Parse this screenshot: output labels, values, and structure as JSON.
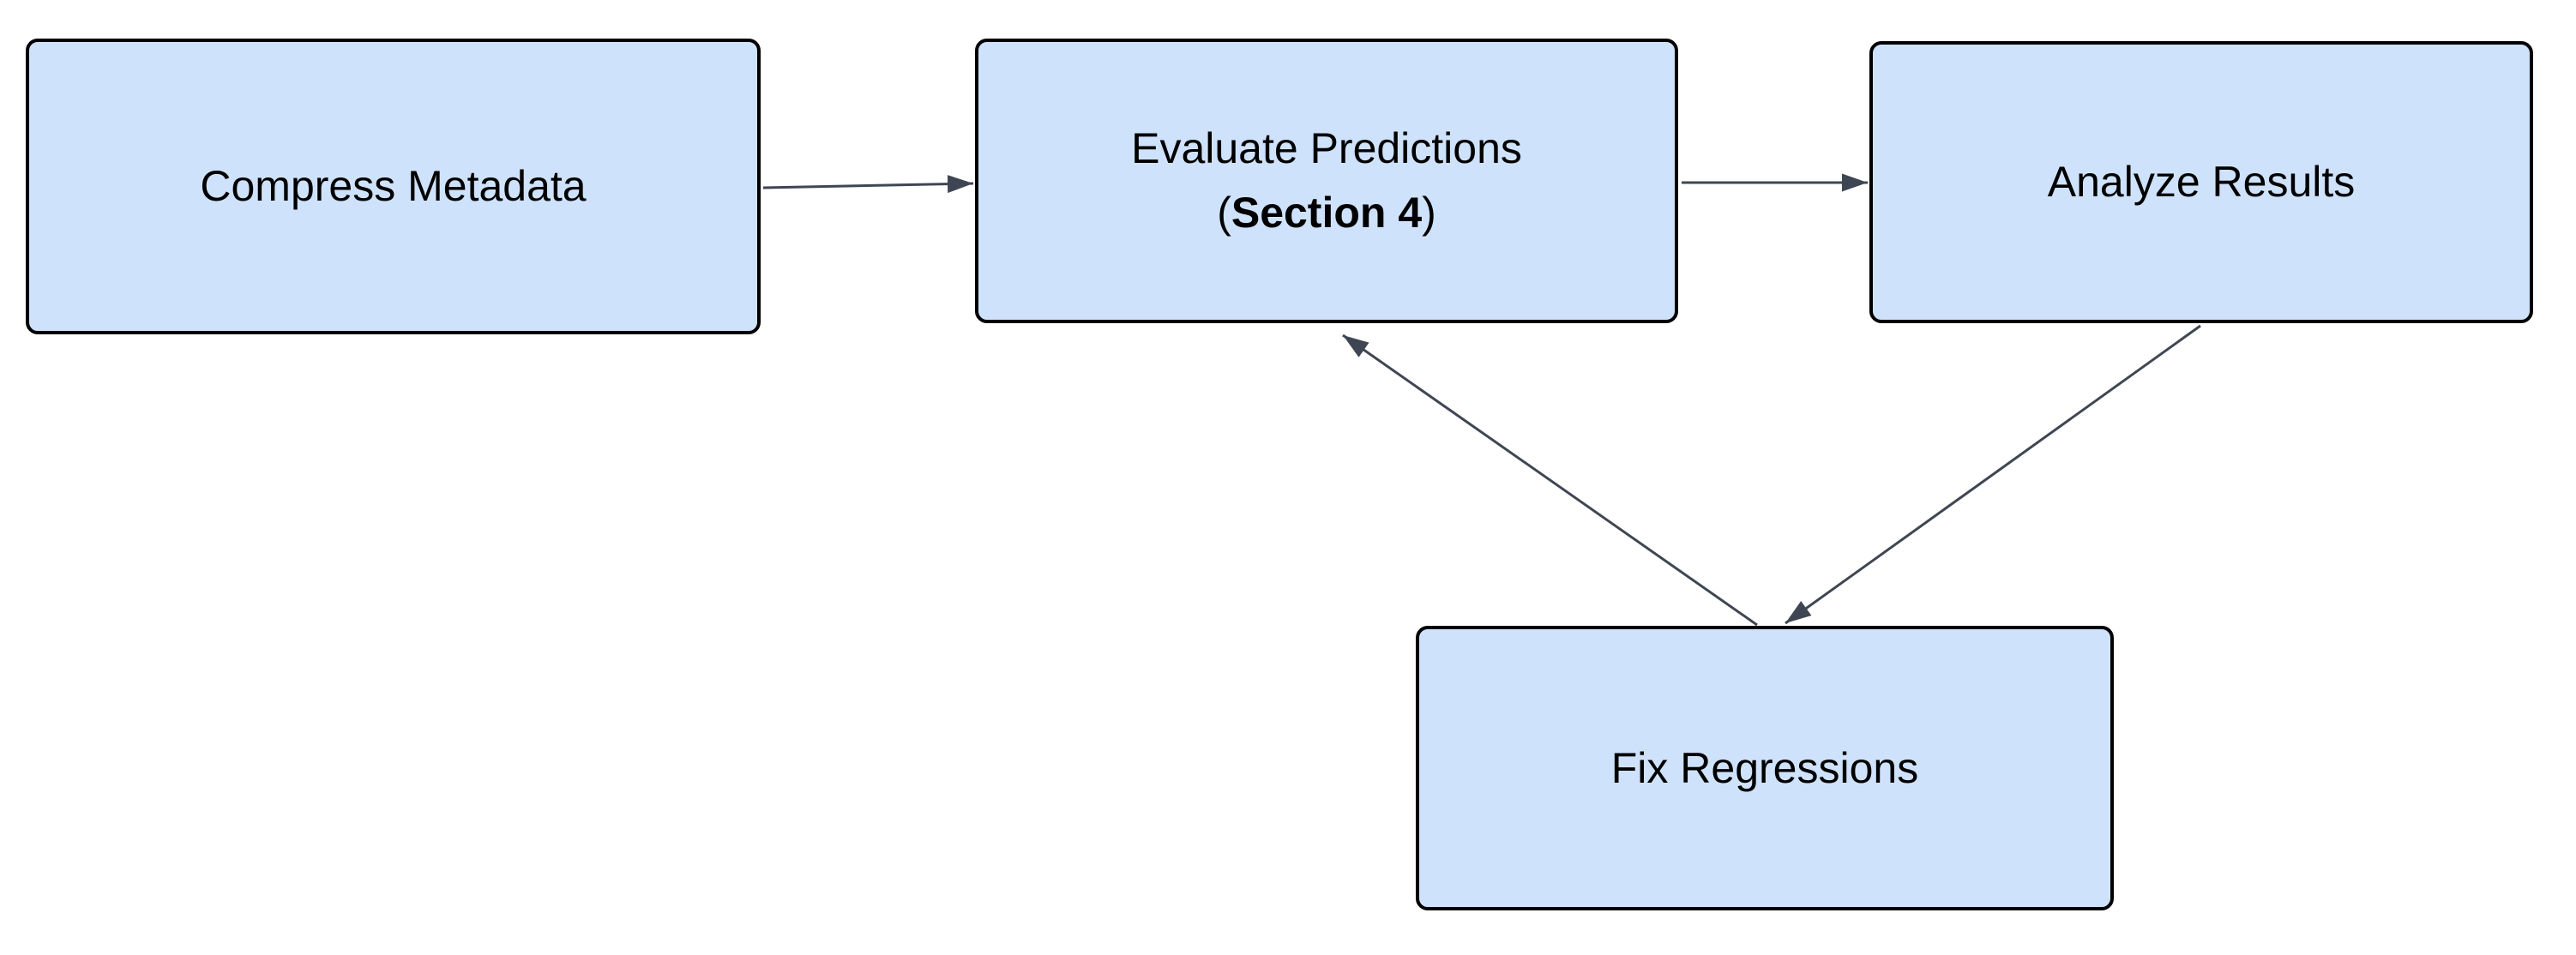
{
  "diagram": {
    "type": "flowchart",
    "background_color": "#ffffff",
    "node_fill_color": "#cfe2fb",
    "node_border_color": "#000000",
    "text_color": "#000000",
    "edge_color": "#3f4653",
    "nodes": [
      {
        "id": "compress-metadata",
        "label": "Compress Metadata"
      },
      {
        "id": "evaluate-predictions",
        "label_line1": "Evaluate Predictions",
        "label_line2_open": "(",
        "label_line2_bold": "Section 4",
        "label_line2_close": ")"
      },
      {
        "id": "analyze-results",
        "label": "Analyze Results"
      },
      {
        "id": "fix-regressions",
        "label": "Fix Regressions"
      }
    ],
    "edges": [
      {
        "from": "Compress Metadata",
        "to": "Evaluate Predictions (Section 4)",
        "direction": "right"
      },
      {
        "from": "Evaluate Predictions (Section 4)",
        "to": "Analyze Results",
        "direction": "right"
      },
      {
        "from": "Analyze Results",
        "to": "Fix Regressions",
        "direction": "down-left"
      },
      {
        "from": "Fix Regressions",
        "to": "Evaluate Predictions (Section 4)",
        "direction": "up-left"
      }
    ]
  }
}
